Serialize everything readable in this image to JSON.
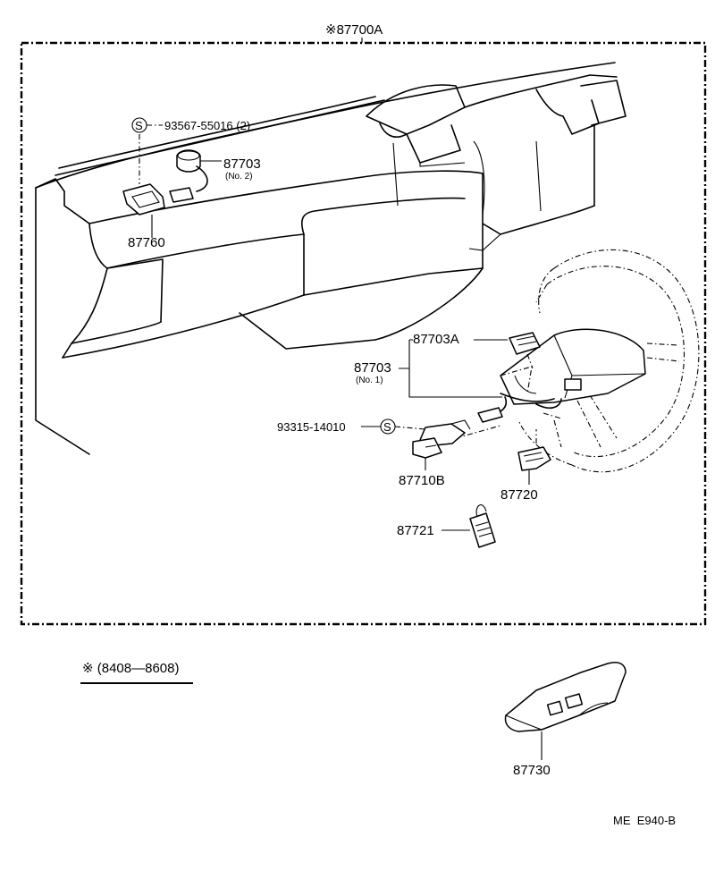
{
  "assembly_label": "※87700A",
  "parts": {
    "screw_top": {
      "symbol": "S",
      "number": "93567-55016 (2)"
    },
    "harness_no2": {
      "number": "87703",
      "sub": "(No. 2)"
    },
    "bracket": {
      "number": "87760"
    },
    "connector_a": {
      "number": "87703A"
    },
    "harness_no1": {
      "number": "87703",
      "sub": "(No. 1)"
    },
    "screw_bottom": {
      "number": "93315-14010",
      "symbol": "S"
    },
    "sensor_b": {
      "number": "87710B"
    },
    "switch": {
      "number": "87720"
    },
    "tag": {
      "number": "87721"
    },
    "cover": {
      "number": "87730"
    }
  },
  "note": "※ (8408—8608)",
  "ref_code": "ME  E940-B"
}
